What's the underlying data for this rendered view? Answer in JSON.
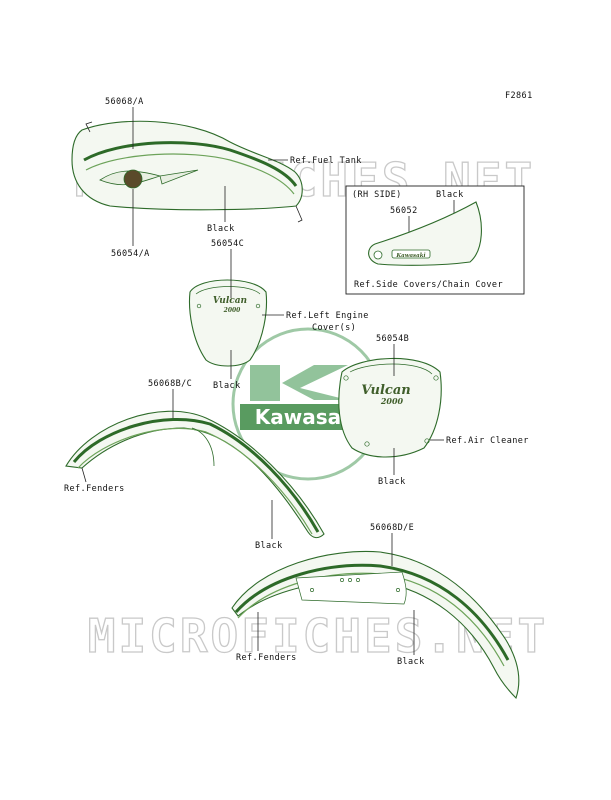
{
  "diagram_code": "F2861",
  "watermark": "MICROFICHES.NET",
  "logo_text": "Kawasaki",
  "emblem": {
    "name": "Vulcan",
    "number": "2000",
    "brand": "Kawasaki"
  },
  "labels": {
    "tank_stripe": "56068/A",
    "ref_fuel_tank": "Ref.Fuel Tank",
    "black_tank": "Black",
    "tank_emblem": "56054/A",
    "rh_side": "(RH SIDE)",
    "black_side": "Black",
    "side_decal": "56052",
    "ref_side_covers": "Ref.Side Covers/Chain Cover",
    "engine_cover_decal": "56054C",
    "ref_left_engine_1": "Ref.Left Engine",
    "ref_left_engine_2": "Cover(s)",
    "black_engine": "Black",
    "air_cleaner_decal": "56054B",
    "ref_air_cleaner": "Ref.Air Cleaner",
    "black_air": "Black",
    "front_fender_stripe": "56068B/C",
    "ref_fenders_front": "Ref.Fenders",
    "black_front_fender": "Black",
    "rear_fender_stripe": "56068D/E",
    "ref_fenders_rear": "Ref.Fenders",
    "black_rear_fender": "Black"
  },
  "colors": {
    "part_outline": "#2e6b2a",
    "stripe": "#2d6a28",
    "logo": "#3d8a45",
    "watermark": "#c9c9c9"
  }
}
